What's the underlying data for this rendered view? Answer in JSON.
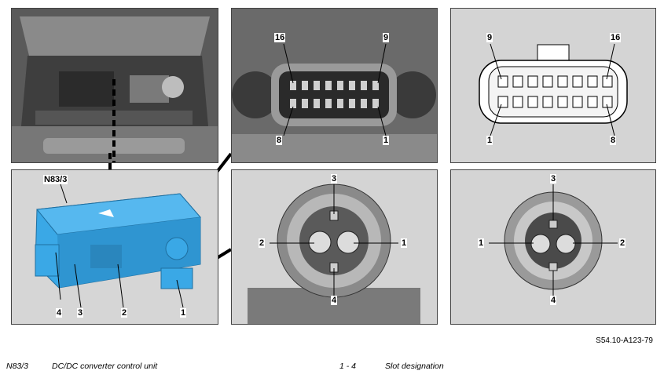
{
  "callouts": {
    "panel_unit": {
      "tag": "N83/3",
      "c1": "1",
      "c2": "2",
      "c3": "3",
      "c4": "4"
    },
    "panel_conn_mid": {
      "c16": "16",
      "c9": "9",
      "c8": "8",
      "c1": "1"
    },
    "panel_conn_right": {
      "c9": "9",
      "c16": "16",
      "c1": "1",
      "c8": "8"
    },
    "panel_round_mid": {
      "c3": "3",
      "c2": "2",
      "c1": "1",
      "c4": "4"
    },
    "panel_round_right": {
      "c3": "3",
      "c1": "1",
      "c2": "2",
      "c4": "4"
    }
  },
  "document_id": "S54.10-A123-79",
  "legend": {
    "code": "N83/3",
    "description": "DC/DC converter control unit",
    "range": "1 - 4",
    "range_description": "Slot designation"
  },
  "colors": {
    "unit_body": "#3aa8e6",
    "panel_bg": "#d4d4d4",
    "photo_dark": "#4a4a4a"
  }
}
